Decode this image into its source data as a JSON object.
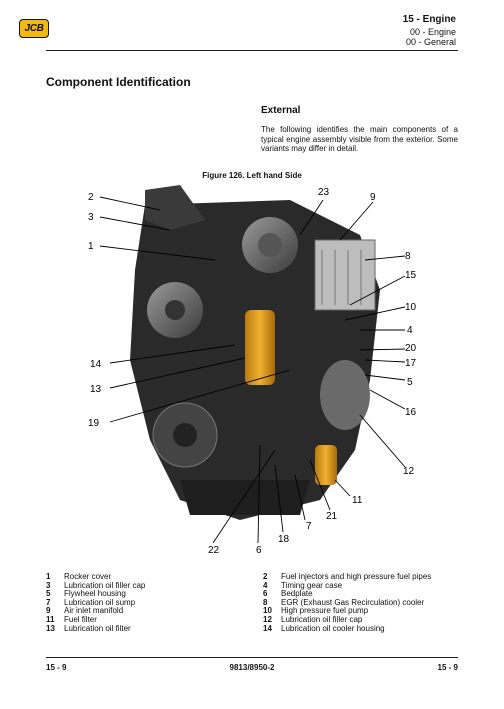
{
  "header": {
    "logo_text": "JCB",
    "title": "15 - Engine",
    "sub1": "00 - Engine",
    "sub2": "00 - General"
  },
  "section_title": "Component Identification",
  "external": {
    "title": "External",
    "text": "The following identifies the main components of a typical engine assembly visible from the exterior. Some variants may differ in detail."
  },
  "figure": {
    "caption": "Figure 126. Left hand Side",
    "callouts": [
      "2",
      "3",
      "1",
      "14",
      "13",
      "19",
      "22",
      "6",
      "18",
      "7",
      "21",
      "11",
      "12",
      "16",
      "5",
      "17",
      "20",
      "4",
      "10",
      "15",
      "8",
      "9",
      "23"
    ]
  },
  "legend": {
    "left": [
      {
        "num": "1",
        "text": "Rocker cover"
      },
      {
        "num": "3",
        "text": "Lubrication oil filler cap"
      },
      {
        "num": "5",
        "text": "Flywheel housing"
      },
      {
        "num": "7",
        "text": "Lubrication oil sump"
      },
      {
        "num": "9",
        "text": "Air inlet manifold"
      },
      {
        "num": "11",
        "text": "Fuel filter"
      },
      {
        "num": "13",
        "text": "Lubrication oil filter"
      }
    ],
    "right": [
      {
        "num": "2",
        "text": "Fuel injectors and high pressure fuel pipes"
      },
      {
        "num": "4",
        "text": "Timing gear case"
      },
      {
        "num": "6",
        "text": "Bedplate"
      },
      {
        "num": "8",
        "text": "EGR (Exhaust Gas Recirculation) cooler"
      },
      {
        "num": "10",
        "text": "High pressure fuel pump"
      },
      {
        "num": "12",
        "text": "Lubrication oil filler cap"
      },
      {
        "num": "14",
        "text": "Lubrication oil cooler housing"
      }
    ]
  },
  "footer": {
    "left": "15 - 9",
    "center": "9813/8950-2",
    "right": "15 - 9"
  },
  "colors": {
    "logo_yellow": "#f2b90f",
    "filter_orange": "#e8a317"
  }
}
